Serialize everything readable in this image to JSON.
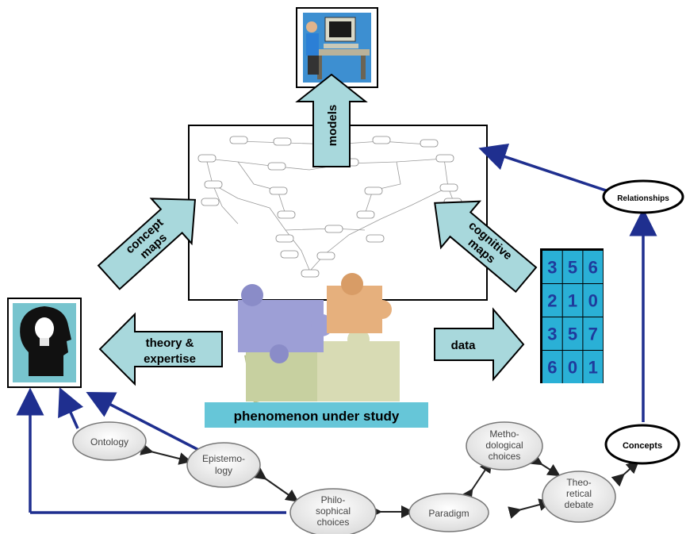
{
  "arrows": {
    "models": "models",
    "concept_maps_line1": "concept",
    "concept_maps_line2": "maps",
    "cognitive_maps_line1": "cognitive",
    "cognitive_maps_line2": "maps",
    "theory_line1": "theory &",
    "theory_line2": "expertise",
    "data": "data"
  },
  "phenomenon": "phenomenon under study",
  "grid_numbers": [
    [
      "3",
      "5",
      "6"
    ],
    [
      "2",
      "1",
      "0"
    ],
    [
      "3",
      "5",
      "7"
    ],
    [
      "6",
      "0",
      "1"
    ]
  ],
  "ovals": {
    "ontology": "Ontology",
    "epistemology_line1": "Epistemo-",
    "epistemology_line2": "logy",
    "philosophical_line1": "Philo-",
    "philosophical_line2": "sophical",
    "philosophical_line3": "choices",
    "paradigm": "Paradigm",
    "methodological_line1": "Metho-",
    "methodological_line2": "dological",
    "methodological_line3": "choices",
    "theoretical_line1": "Theo-",
    "theoretical_line2": "retical",
    "theoretical_line3": "debate",
    "relationships": "Relationships",
    "concepts": "Concepts"
  },
  "colors": {
    "teal_arrow": "#a8d8dc",
    "navy": "#1f2f8f",
    "banner": "#66c6d8",
    "grid_bg": "#2ab0d6",
    "grid_num": "#1f3a9c"
  }
}
